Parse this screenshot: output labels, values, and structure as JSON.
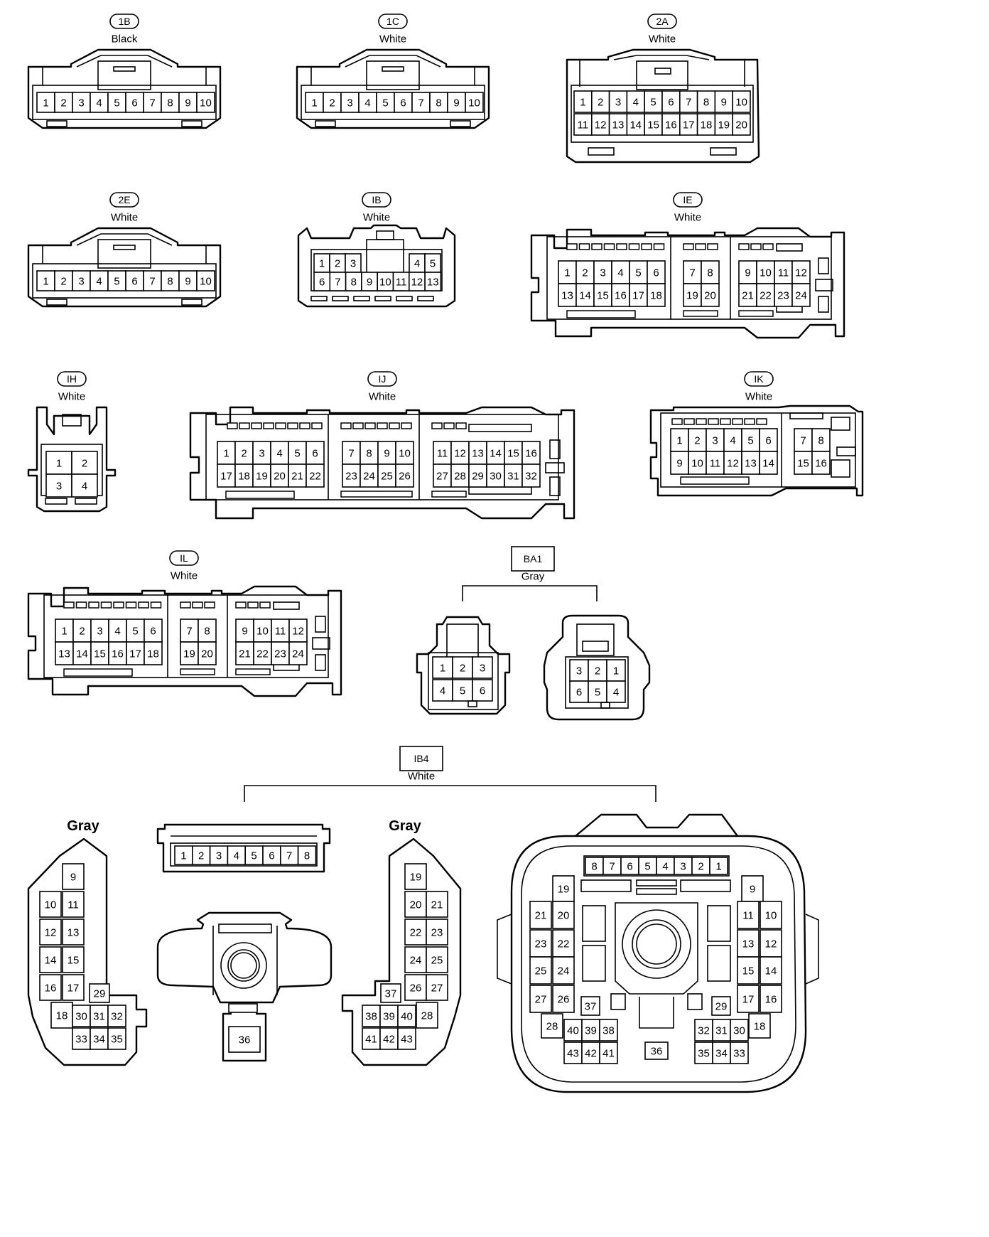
{
  "connectors": {
    "c1B": {
      "id": "1B",
      "color": "Black",
      "pins": [
        "1",
        "2",
        "3",
        "4",
        "5",
        "6",
        "7",
        "8",
        "9",
        "10"
      ]
    },
    "c1C": {
      "id": "1C",
      "color": "White",
      "pins": [
        "1",
        "2",
        "3",
        "4",
        "5",
        "6",
        "7",
        "8",
        "9",
        "10"
      ]
    },
    "c2A": {
      "id": "2A",
      "color": "White",
      "pins": [
        "1",
        "2",
        "3",
        "4",
        "5",
        "6",
        "7",
        "8",
        "9",
        "10",
        "11",
        "12",
        "13",
        "14",
        "15",
        "16",
        "17",
        "18",
        "19",
        "20"
      ]
    },
    "c2E": {
      "id": "2E",
      "color": "White",
      "pins": [
        "1",
        "2",
        "3",
        "4",
        "5",
        "6",
        "7",
        "8",
        "9",
        "10"
      ]
    },
    "cIB": {
      "id": "IB",
      "color": "White",
      "pins": [
        "1",
        "2",
        "3",
        "4",
        "5",
        "6",
        "7",
        "8",
        "9",
        "10",
        "11",
        "12",
        "13"
      ]
    },
    "cIE": {
      "id": "IE",
      "color": "White",
      "pins": [
        "1",
        "2",
        "3",
        "4",
        "5",
        "6",
        "7",
        "8",
        "9",
        "10",
        "11",
        "12",
        "13",
        "14",
        "15",
        "16",
        "17",
        "18",
        "19",
        "20",
        "21",
        "22",
        "23",
        "24"
      ]
    },
    "cIH": {
      "id": "IH",
      "color": "White",
      "pins": [
        "1",
        "2",
        "3",
        "4"
      ]
    },
    "cIJ": {
      "id": "IJ",
      "color": "White",
      "pins": [
        "1",
        "2",
        "3",
        "4",
        "5",
        "6",
        "7",
        "8",
        "9",
        "10",
        "11",
        "12",
        "13",
        "14",
        "15",
        "16",
        "17",
        "18",
        "19",
        "20",
        "21",
        "22",
        "23",
        "24",
        "25",
        "26",
        "27",
        "28",
        "29",
        "30",
        "31",
        "32"
      ]
    },
    "cIK": {
      "id": "IK",
      "color": "White",
      "pins": [
        "1",
        "2",
        "3",
        "4",
        "5",
        "6",
        "7",
        "8",
        "9",
        "10",
        "11",
        "12",
        "13",
        "14",
        "15",
        "16"
      ]
    },
    "cIL": {
      "id": "IL",
      "color": "White",
      "pins": [
        "1",
        "2",
        "3",
        "4",
        "5",
        "6",
        "7",
        "8",
        "9",
        "10",
        "11",
        "12",
        "13",
        "14",
        "15",
        "16",
        "17",
        "18",
        "19",
        "20",
        "21",
        "22",
        "23",
        "24"
      ]
    },
    "cBA1": {
      "id": "BA1",
      "color": "Gray",
      "pins_left": [
        "1",
        "2",
        "3",
        "4",
        "5",
        "6"
      ],
      "pins_right": [
        "3",
        "2",
        "1",
        "6",
        "5",
        "4"
      ]
    },
    "cIB4": {
      "id": "IB4",
      "color": "White",
      "left_color": "Gray",
      "right_color": "Gray",
      "left_pins": [
        "9",
        "10",
        "11",
        "12",
        "13",
        "14",
        "15",
        "16",
        "17",
        "18",
        "29",
        "30",
        "31",
        "32",
        "33",
        "34",
        "35"
      ],
      "top_pins": [
        "1",
        "2",
        "3",
        "4",
        "5",
        "6",
        "7",
        "8"
      ],
      "camera_pin": "36",
      "right_pins": [
        "19",
        "20",
        "21",
        "22",
        "23",
        "24",
        "25",
        "26",
        "27",
        "28",
        "37",
        "38",
        "39",
        "40",
        "41",
        "42",
        "43"
      ],
      "big_pins": [
        "8",
        "7",
        "6",
        "5",
        "4",
        "3",
        "2",
        "1",
        "19",
        "9",
        "21",
        "20",
        "11",
        "10",
        "23",
        "22",
        "13",
        "12",
        "25",
        "24",
        "15",
        "14",
        "27",
        "26",
        "17",
        "16",
        "37",
        "29",
        "28",
        "40",
        "39",
        "38",
        "32",
        "31",
        "30",
        "18",
        "43",
        "42",
        "41",
        "36",
        "35",
        "34",
        "33"
      ]
    }
  }
}
